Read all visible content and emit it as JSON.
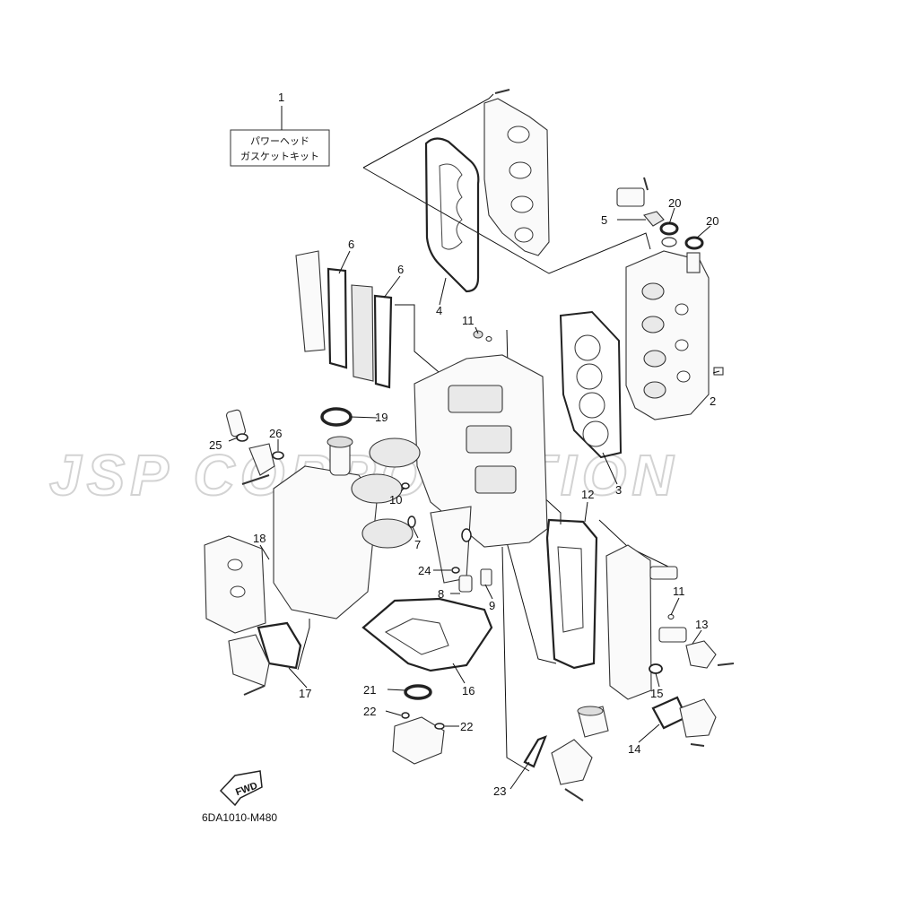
{
  "kit_box": {
    "line1": "パワーヘッド",
    "line2": "ガスケットキット"
  },
  "watermark": "JSP CORPORATION",
  "fwd_label": "FWD",
  "diagram_code": "6DA1010-M480",
  "callouts": [
    {
      "id": "c1",
      "num": "1"
    },
    {
      "id": "c2",
      "num": "2"
    },
    {
      "id": "c3",
      "num": "3"
    },
    {
      "id": "c4",
      "num": "4"
    },
    {
      "id": "c5",
      "num": "5"
    },
    {
      "id": "c6a",
      "num": "6"
    },
    {
      "id": "c6b",
      "num": "6"
    },
    {
      "id": "c7",
      "num": "7"
    },
    {
      "id": "c8",
      "num": "8"
    },
    {
      "id": "c9",
      "num": "9"
    },
    {
      "id": "c10",
      "num": "10"
    },
    {
      "id": "c11a",
      "num": "11"
    },
    {
      "id": "c11b",
      "num": "11"
    },
    {
      "id": "c12",
      "num": "12"
    },
    {
      "id": "c13",
      "num": "13"
    },
    {
      "id": "c14",
      "num": "14"
    },
    {
      "id": "c15",
      "num": "15"
    },
    {
      "id": "c16",
      "num": "16"
    },
    {
      "id": "c17",
      "num": "17"
    },
    {
      "id": "c18",
      "num": "18"
    },
    {
      "id": "c19",
      "num": "19"
    },
    {
      "id": "c20a",
      "num": "20"
    },
    {
      "id": "c20b",
      "num": "20"
    },
    {
      "id": "c21",
      "num": "21"
    },
    {
      "id": "c22a",
      "num": "22"
    },
    {
      "id": "c22b",
      "num": "22"
    },
    {
      "id": "c23",
      "num": "23"
    },
    {
      "id": "c24",
      "num": "24"
    },
    {
      "id": "c25",
      "num": "25"
    },
    {
      "id": "c26",
      "num": "26"
    }
  ]
}
